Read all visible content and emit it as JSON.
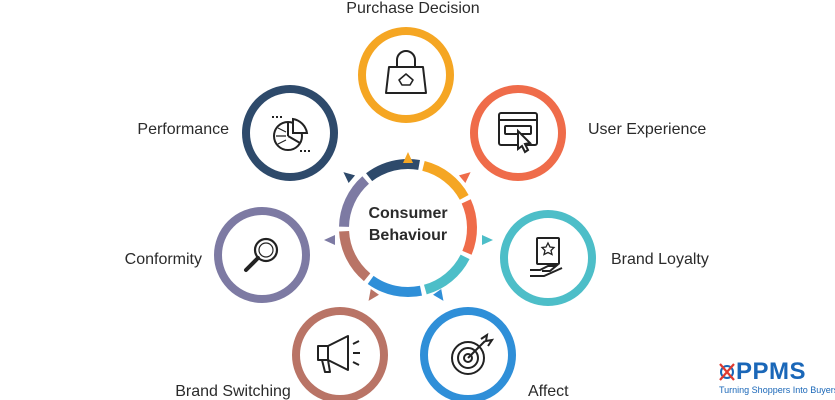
{
  "center": {
    "line1": "Consumer",
    "line2": "Behaviour"
  },
  "nodes": [
    {
      "label": "Purchase Decision",
      "icon": "shopping-bag-icon",
      "color": "#f5a623"
    },
    {
      "label": "User Experience",
      "icon": "browser-click-icon",
      "color": "#ef6c4a"
    },
    {
      "label": "Brand Loyalty",
      "icon": "hand-certificate-icon",
      "color": "#4dbec8"
    },
    {
      "label": "Affect",
      "icon": "target-arrow-icon",
      "color": "#2f8fd8"
    },
    {
      "label": "Brand Switching",
      "icon": "megaphone-icon",
      "color": "#b97466"
    },
    {
      "label": "Conformity",
      "icon": "magnifier-icon",
      "color": "#7d7aa3"
    },
    {
      "label": "Performance",
      "icon": "pie-chart-icon",
      "color": "#2e4a6b"
    }
  ],
  "ring_segment_colors": [
    "#f5a623",
    "#ef6c4a",
    "#4dbec8",
    "#2f8fd8",
    "#b97466",
    "#7d7aa3",
    "#2e4a6b"
  ],
  "logo": {
    "name": "PPMS",
    "tagline": "Turning Shoppers Into Buyers",
    "color": "#1a67b8"
  }
}
